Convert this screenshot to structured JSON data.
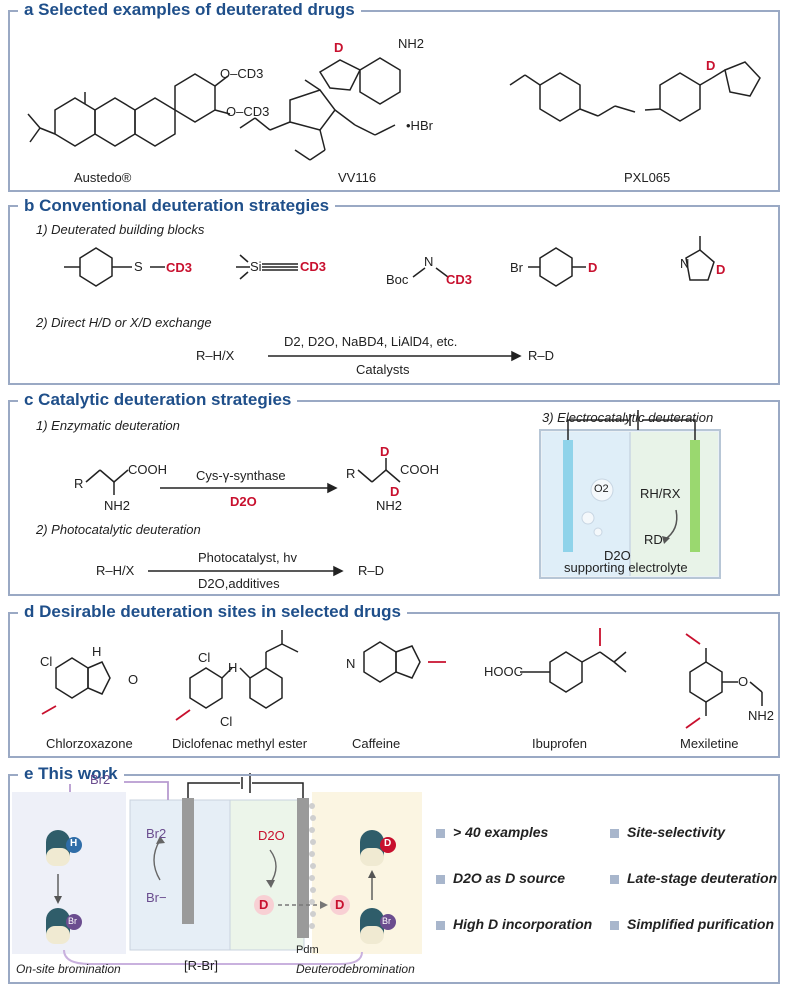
{
  "panel_a": {
    "title": "a   Selected examples of deuterated drugs",
    "drug1_name": "Austedo®",
    "drug1_ocd3_top": "O–CD3",
    "drug1_ocd3_bot": "O–CD3",
    "drug2_name": "VV116",
    "drug2_d": "D",
    "drug2_nh2": "NH2",
    "drug2_hbr": "•HBr",
    "drug3_name": "PXL065",
    "drug3_d": "D"
  },
  "panel_b": {
    "title": "b  Conventional deuteration strategies",
    "sub1": "1) Deuterated building blocks",
    "sub2": "2) Direct H/D or X/D exchange",
    "bb_cd3_1": "CD3",
    "bb_si": "Si",
    "bb_cd3_2": "CD3",
    "bb_boc": "Boc",
    "bb_cd3_3": "CD3",
    "bb_br": "Br",
    "bb_d1": "D",
    "bb_d2": "D",
    "reactant": "R–H/X",
    "reagents": "D2, D2O, NaBD4, LiAlD4, etc.",
    "catalyst": "Catalysts",
    "product": "R–D"
  },
  "panel_c": {
    "title": "c  Catalytic deuteration strategies",
    "sub1": "1) Enzymatic deuteration",
    "sub2": "2) Photocatalytic deuteration",
    "sub3": "3) Electrocatalytic deuteration",
    "enz_reactant_r": "R",
    "enz_cooh": "COOH",
    "enz_nh2": "NH2",
    "enz_enzyme": "Cys-γ-synthase",
    "enz_reagent": "D2O",
    "enz_product_cooh": "COOH",
    "enz_product_nh2": "NH2",
    "enz_product_d": "D",
    "photo_reactant": "R–H/X",
    "photo_catalyst": "Photocatalyst, hv",
    "photo_reagent": "D2O,additives",
    "photo_product": "R–D",
    "cell_o2": "O2",
    "cell_rhrx": "RH/RX",
    "cell_rd": "RD",
    "cell_d2o": "D2O",
    "cell_electrolyte": "supporting electrolyte"
  },
  "panel_d": {
    "title": "d  Desirable deuteration sites in selected drugs",
    "drugs": [
      "Chlorzoxazone",
      "Diclofenac methyl ester",
      "Caffeine",
      "Ibuprofen",
      "Mexiletine"
    ],
    "atom_cl": "Cl",
    "atom_h": "H",
    "atom_n": "N",
    "atom_o": "O",
    "atom_hooc": "HOOC",
    "atom_nh2": "NH2"
  },
  "panel_e": {
    "title": "e  This work",
    "br2_top": "Br2",
    "br2_cell": "Br2",
    "br_minus": "Br−",
    "d2o": "D2O",
    "d_circle": "D",
    "pd": "Pdm",
    "h_badge": "H",
    "br_badge": "Br",
    "d_badge": "D",
    "left_caption": "On-site bromination",
    "mid_caption": "[R-Br]",
    "right_caption": "Deuterodebromination",
    "bullets": [
      "> 40 examples",
      "Site-selectivity",
      "D2O as D source",
      "Late-stage deuteration",
      "High D incorporation",
      "Simplified purification"
    ]
  },
  "colors": {
    "title_blue": "#1f4f8a",
    "border": "#9aa9c4",
    "deuterium_red": "#c8102e",
    "bromine_purple": "#6b4d8f",
    "pill_teal": "#2f5d6a"
  }
}
